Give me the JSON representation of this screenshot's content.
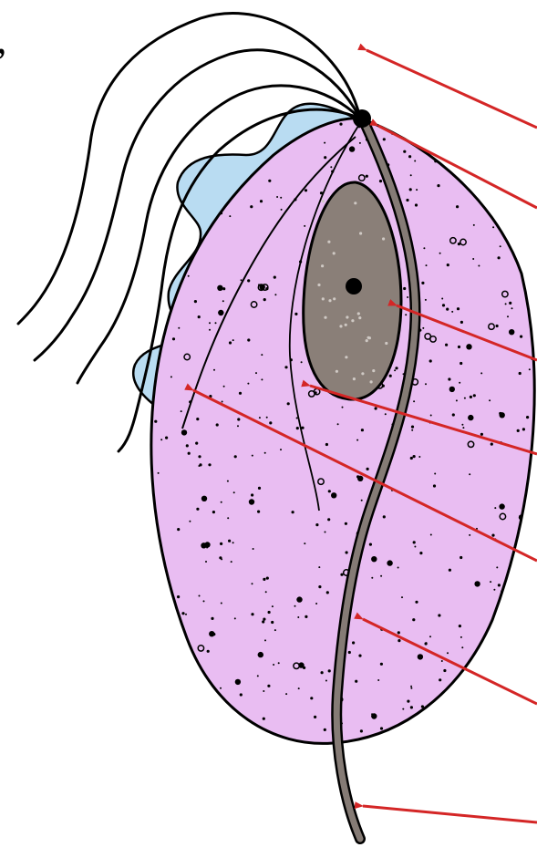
{
  "stray_mark": ",",
  "colors": {
    "cell_body": "#e9bdf2",
    "undulating_membrane": "#b9dcf2",
    "nucleus": "#8a7f78",
    "axostyle": "#857b75",
    "arrow": "#d42626",
    "outline": "#000000"
  },
  "labels": [
    {
      "id": "anterior-flagella",
      "text": ""
    },
    {
      "id": "basal-body",
      "text": ""
    },
    {
      "id": "nucleus",
      "text": ""
    },
    {
      "id": "costa",
      "text": ""
    },
    {
      "id": "undulating-membrane",
      "text": ""
    },
    {
      "id": "axostyle",
      "text": ""
    },
    {
      "id": "posterior-axostyle-tip",
      "text": ""
    }
  ]
}
